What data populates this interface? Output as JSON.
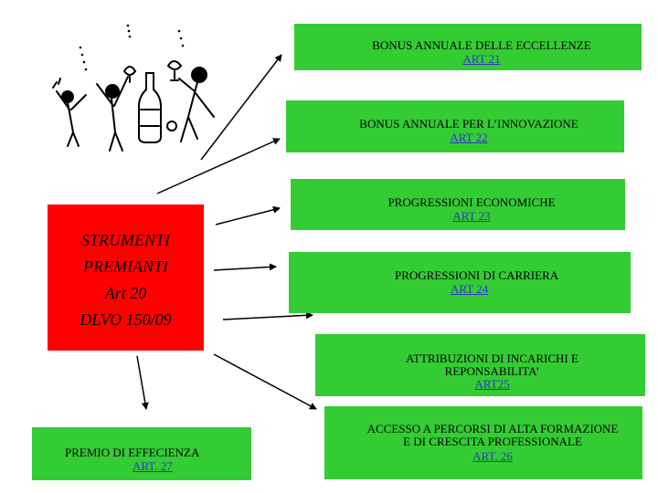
{
  "center": {
    "line1": "STRUMENTI",
    "line2": "PREMIANTI",
    "line3": "Art 20",
    "line4": "DLVO 150/09"
  },
  "boxes": [
    {
      "title": "BONUS ANNUALE DELLE ECCELLENZE",
      "art": "ART 21"
    },
    {
      "title": "BONUS ANNUALE PER L’INNOVAZIONE",
      "art": "ART 22"
    },
    {
      "title": "PROGRESSIONI ECONOMICHE",
      "art": "ART 23"
    },
    {
      "title": "PROGRESSIONI DI CARRIERA",
      "art": "ART 24"
    },
    {
      "title1": "ATTRIBUZIONI DI INCARICHI E",
      "title2": "REPONSABILITA’",
      "art": "ART25"
    },
    {
      "title1": "ACCESSO A PERCORSI DI ALTA FORMAZIONE",
      "title2": "E DI CRESCITA PROFESSIONALE",
      "art": "ART. 26"
    },
    {
      "title": "PREMIO DI EFFECIENZA",
      "art": "ART. 27"
    }
  ],
  "colors": {
    "box_green": "#33cc33",
    "center_red": "#ff0000",
    "link_blue": "#3333cc"
  }
}
